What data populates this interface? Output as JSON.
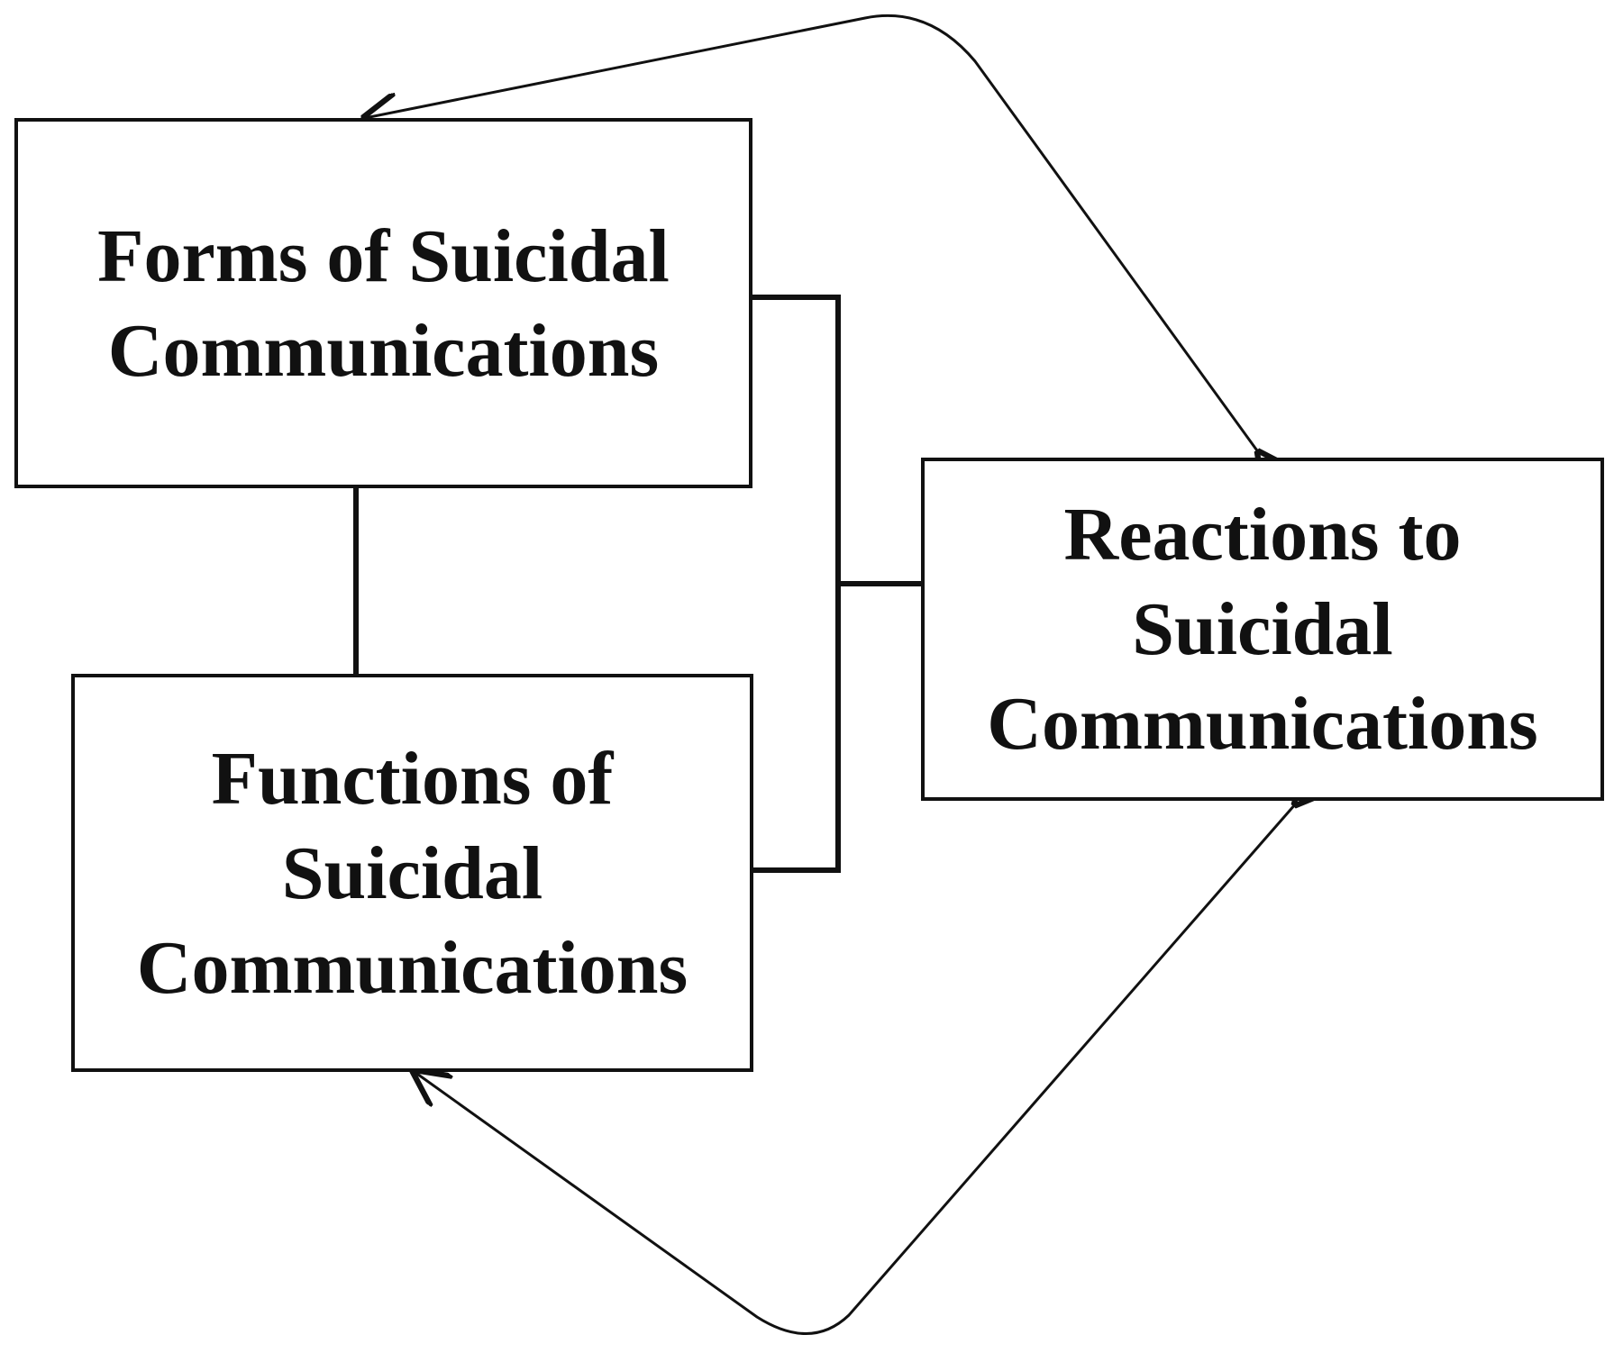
{
  "diagram": {
    "nodes": {
      "forms": {
        "lines": [
          "Forms of Suicidal",
          "Communications"
        ]
      },
      "functions": {
        "lines": [
          "Functions of",
          "Suicidal",
          "Communications"
        ]
      },
      "reactions": {
        "lines": [
          "Reactions to",
          "Suicidal",
          "Communications"
        ]
      }
    },
    "edges": [
      {
        "from": "forms",
        "to": "functions",
        "style": "plain-line"
      },
      {
        "from": "forms+functions",
        "to": "reactions",
        "style": "bracket-line"
      },
      {
        "from": "forms",
        "to": "reactions",
        "style": "curved-double-arrow"
      },
      {
        "from": "functions",
        "to": "reactions",
        "style": "curved-double-arrow"
      }
    ],
    "colors": {
      "stroke": "#111111",
      "background": "#ffffff",
      "text": "#111111"
    }
  }
}
